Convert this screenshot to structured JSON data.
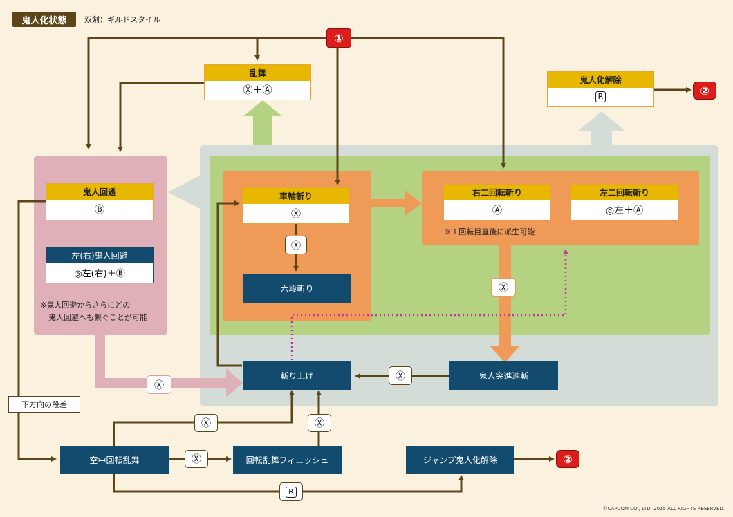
{
  "header": {
    "title": "鬼人化状態",
    "subtitle": "双剣：ギルドスタイル"
  },
  "moves": {
    "ranbu": {
      "name": "乱舞",
      "input": "Ⓧ＋Ⓐ"
    },
    "kijin_kaijo": {
      "name": "鬼人化解除",
      "input": "R"
    },
    "kijin_kaihi": {
      "name": "鬼人回避",
      "input": "Ⓑ"
    },
    "kijin_kaihi_lr": {
      "name": "左(右)鬼人回避",
      "input": "◎左(右)＋Ⓑ"
    },
    "sharin": {
      "name": "車輪斬り",
      "input": "Ⓧ"
    },
    "migi_nikaiten": {
      "name": "右二回転斬り",
      "input": "Ⓐ"
    },
    "hidari_nikaiten": {
      "name": "左二回転斬り",
      "input": "◎左＋Ⓐ"
    },
    "rokudan": {
      "name": "六段斬り"
    },
    "kiriage": {
      "name": "斬り上げ"
    },
    "kijin_tosshin": {
      "name": "鬼人突進連斬"
    },
    "kuuchu": {
      "name": "空中回転乱舞"
    },
    "finish": {
      "name": "回転乱舞フィニッシュ"
    },
    "jump_kaijo": {
      "name": "ジャンプ鬼人化解除"
    }
  },
  "badges": {
    "x": "Ⓧ",
    "r": "R"
  },
  "markers": {
    "one": "①",
    "two": "②"
  },
  "notes": {
    "kaihi_note_1": "※鬼人回避からさらにどの",
    "kaihi_note_2": "鬼人回避へも繋ぐことが可能",
    "derive_note": "※１回転目直後に派生可能"
  },
  "labels": {
    "downward_step": "下方向の段差"
  },
  "copyright": "©CAPCOM CO., LTD. 2015 ALL RIGHTS RESERVED.",
  "colors": {
    "background": "#fbf1df",
    "header_gold": "#e8b800",
    "navy": "#124b6d",
    "arrow_brown": "#5c4519",
    "orange_zone": "#f09a58",
    "green_zone": "#b4d282",
    "gray_zone": "#d4dcd8",
    "pink_zone": "#e0b0b8",
    "red_marker": "#dd1c1c",
    "dotted_magenta": "#c0399a"
  }
}
